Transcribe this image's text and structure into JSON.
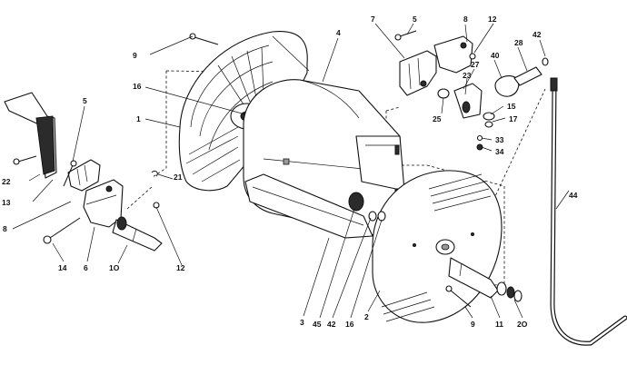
{
  "diagram": {
    "callouts": {
      "c1": "1",
      "c2": "2",
      "c3": "3",
      "c4": "4",
      "c5a": "5",
      "c5b": "5",
      "c6": "6",
      "c7": "7",
      "c8a": "8",
      "c8b": "8",
      "c9a": "9",
      "c9b": "9",
      "c10": "1O",
      "c11": "11",
      "c12a": "12",
      "c12b": "12",
      "c13": "13",
      "c14": "14",
      "c15": "15",
      "c16a": "16",
      "c16b": "16",
      "c17": "17",
      "c20": "2O",
      "c21": "21",
      "c22": "22",
      "c23": "23",
      "c25": "25",
      "c27": "27",
      "c28": "28",
      "c33": "33",
      "c34": "34",
      "c40": "40",
      "c42a": "42",
      "c42b": "42",
      "c44": "44",
      "c45": "45"
    }
  }
}
